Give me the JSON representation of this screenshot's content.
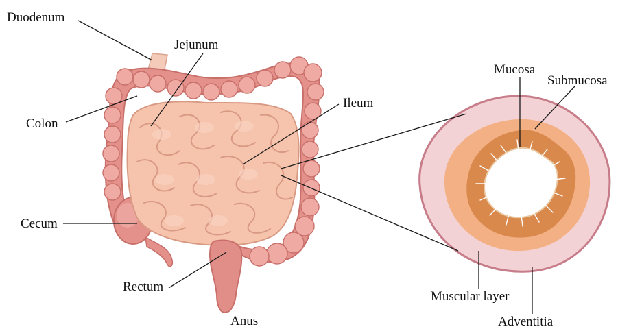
{
  "labels": {
    "duodenum": "Duodenum",
    "jejunum": "Jejunum",
    "colon": "Colon",
    "ileum": "Ileum",
    "cecum": "Cecum",
    "rectum": "Rectum",
    "anus": "Anus",
    "mucosa": "Mucosa",
    "submucosa": "Submucosa",
    "muscular_layer": "Muscular layer",
    "adventitia": "Adventitia"
  },
  "colors": {
    "colon_fill": "#e3918a",
    "colon_shadow": "#c86f6a",
    "colon_highlight": "#eeaaa3",
    "intestine_fill": "#f6c3ad",
    "intestine_stroke": "#d99a84",
    "duodenum_tube": "#f3cbb8",
    "rectum_fill": "#e28e88",
    "adventitia_ring": "#f3d2d6",
    "adventitia_edge": "#c77d89",
    "muscular_ring": "#f4b085",
    "submucosa_ring": "#d9894c",
    "lumen": "#ffffff"
  }
}
